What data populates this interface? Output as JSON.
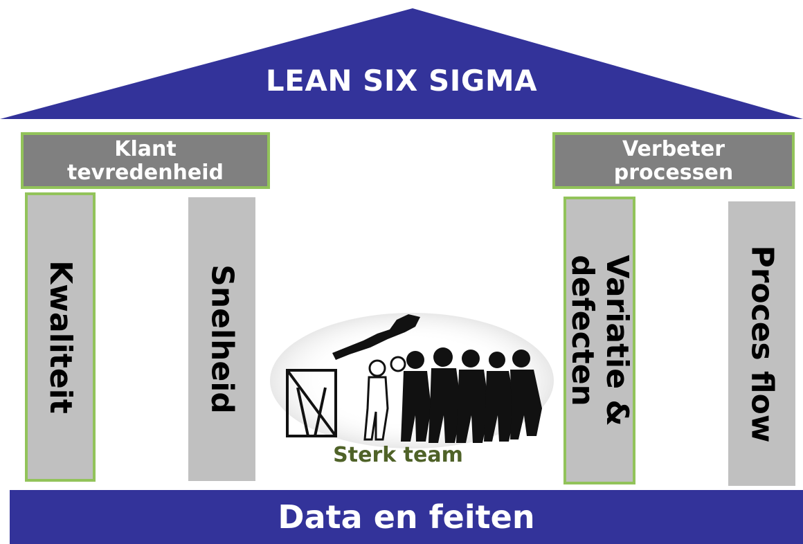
{
  "roof": {
    "title": "LEAN SIX SIGMA",
    "color": "#33339a"
  },
  "headers": {
    "left": {
      "lines": [
        "Klant",
        "tevredenheid"
      ]
    },
    "right": {
      "lines": [
        "Verbeter",
        "processen"
      ]
    }
  },
  "pillars": {
    "p1": {
      "label": "Kwaliteit"
    },
    "p2": {
      "label": "Snelheid"
    },
    "p3": {
      "line1": "Variatie &",
      "line2": "defecten"
    },
    "p4": {
      "label": "Proces flow"
    }
  },
  "team": {
    "caption": "Sterk team",
    "image": "team-jumping-illustration"
  },
  "base": {
    "label": "Data en feiten",
    "color": "#33339a"
  },
  "colors": {
    "header_fill": "#808080",
    "pillar_fill": "#c0c0c0",
    "border_green": "#92c35a",
    "caption_green": "#4f6228"
  }
}
